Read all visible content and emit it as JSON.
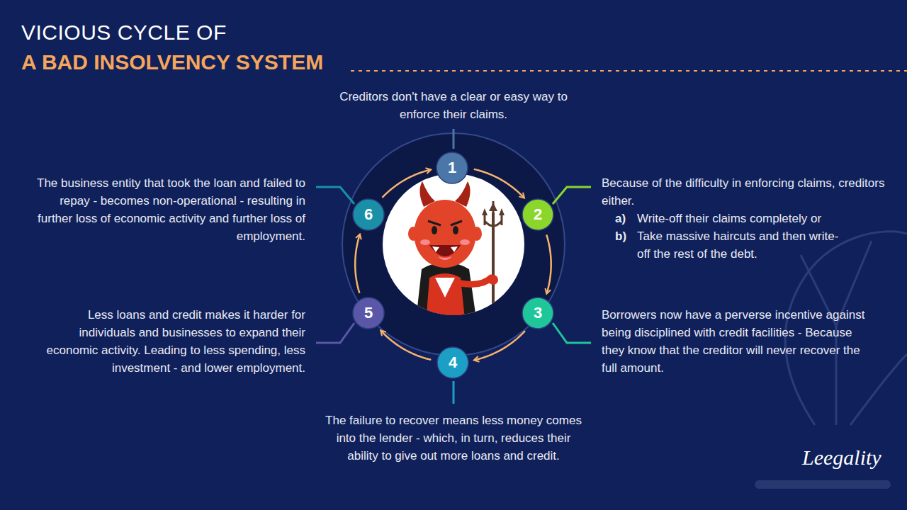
{
  "diagram": {
    "title": "VICIOUS CYCLE OF",
    "nodes": [
      {
        "text": [
          "1"
        ]
      },
      {
        "text": [
          "2"
        ]
      },
      {
        "text": [
          "3"
        ]
      },
      {
        "text": [
          "4"
        ]
      },
      {
        "text": [
          "5"
        ]
      },
      {
        "text": [
          "6"
        ]
      }
    ],
    "edges": [
      {
        "from": 0,
        "to": 1,
        "arrow": "to"
      },
      {
        "from": 1,
        "to": 2,
        "arrow": "to"
      },
      {
        "from": 2,
        "to": 3,
        "arrow": "to"
      },
      {
        "from": 3,
        "to": 4,
        "arrow": "to"
      },
      {
        "from": 4,
        "to": 5,
        "arrow": "to"
      },
      {
        "from": 5,
        "to": 0,
        "arrow": "to"
      }
    ],
    "labels": [
      "A BAD INSOLVENCY SYSTEM",
      "Creditors don't have a clear or easy way to enforce their claims.",
      "Because of the difficulty in enforcing claims, creditors either.",
      "a)",
      "Write-off their claims completely or",
      "b)",
      "Take massive haircuts and then write-off the rest of the debt.",
      "Borrowers now have a perverse incentive against being disciplined with credit facilities - Because they know that the creditor will never recover the full amount.",
      "The failure to recover means less money comes into the lender - which, in turn, reduces their ability to give out more loans and credit.",
      "Less loans and credit makes it harder for individuals and businesses to expand their economic activity. Leading to less spending, less investment - and lower employment.",
      "The business entity that took the loan and failed to repay - becomes non-operational - resulting in further loss of economic activity and further loss of employment.",
      "Leegality"
    ]
  }
}
